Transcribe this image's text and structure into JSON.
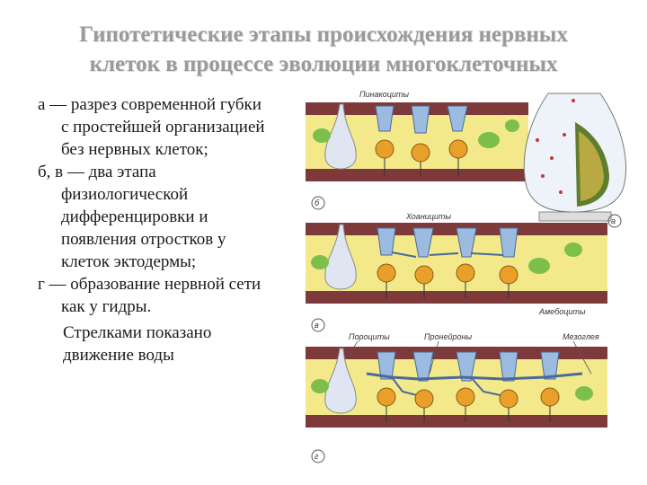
{
  "title": {
    "line1": "Гипотетические этапы происхождения нервных",
    "line2": "клеток в процессе эволюции многоклеточных"
  },
  "caption": {
    "item_a": "а — разрез современной губки с простейшей организацией без нервных клеток;",
    "item_bv": "б, в — два этапа физиологической дифференцировки и появления отростков у клеток эктодермы;",
    "item_g": "г — образование нервной сети как у гидры.",
    "note": "Стрелками показано движение воды"
  },
  "figure": {
    "labels": {
      "pinacocytes": "Пинакоциты",
      "choanocytes": "Хоанициты",
      "amoebocytes": "Амебоциты",
      "porocytes": "Пороциты",
      "proneurons": "Пронейроны",
      "mesoglea": "Мезоглея"
    },
    "panel_marks": {
      "a": "а",
      "b": "б",
      "v": "в",
      "g": "г"
    },
    "colors": {
      "ectoderm_band": "#7e3a3a",
      "cell_blue": "#9bbbe0",
      "mesoglea_yellow": "#f3e98a",
      "nucleus_orange": "#e8a02a",
      "amoebocyte_green": "#7cbf4a"
    }
  }
}
